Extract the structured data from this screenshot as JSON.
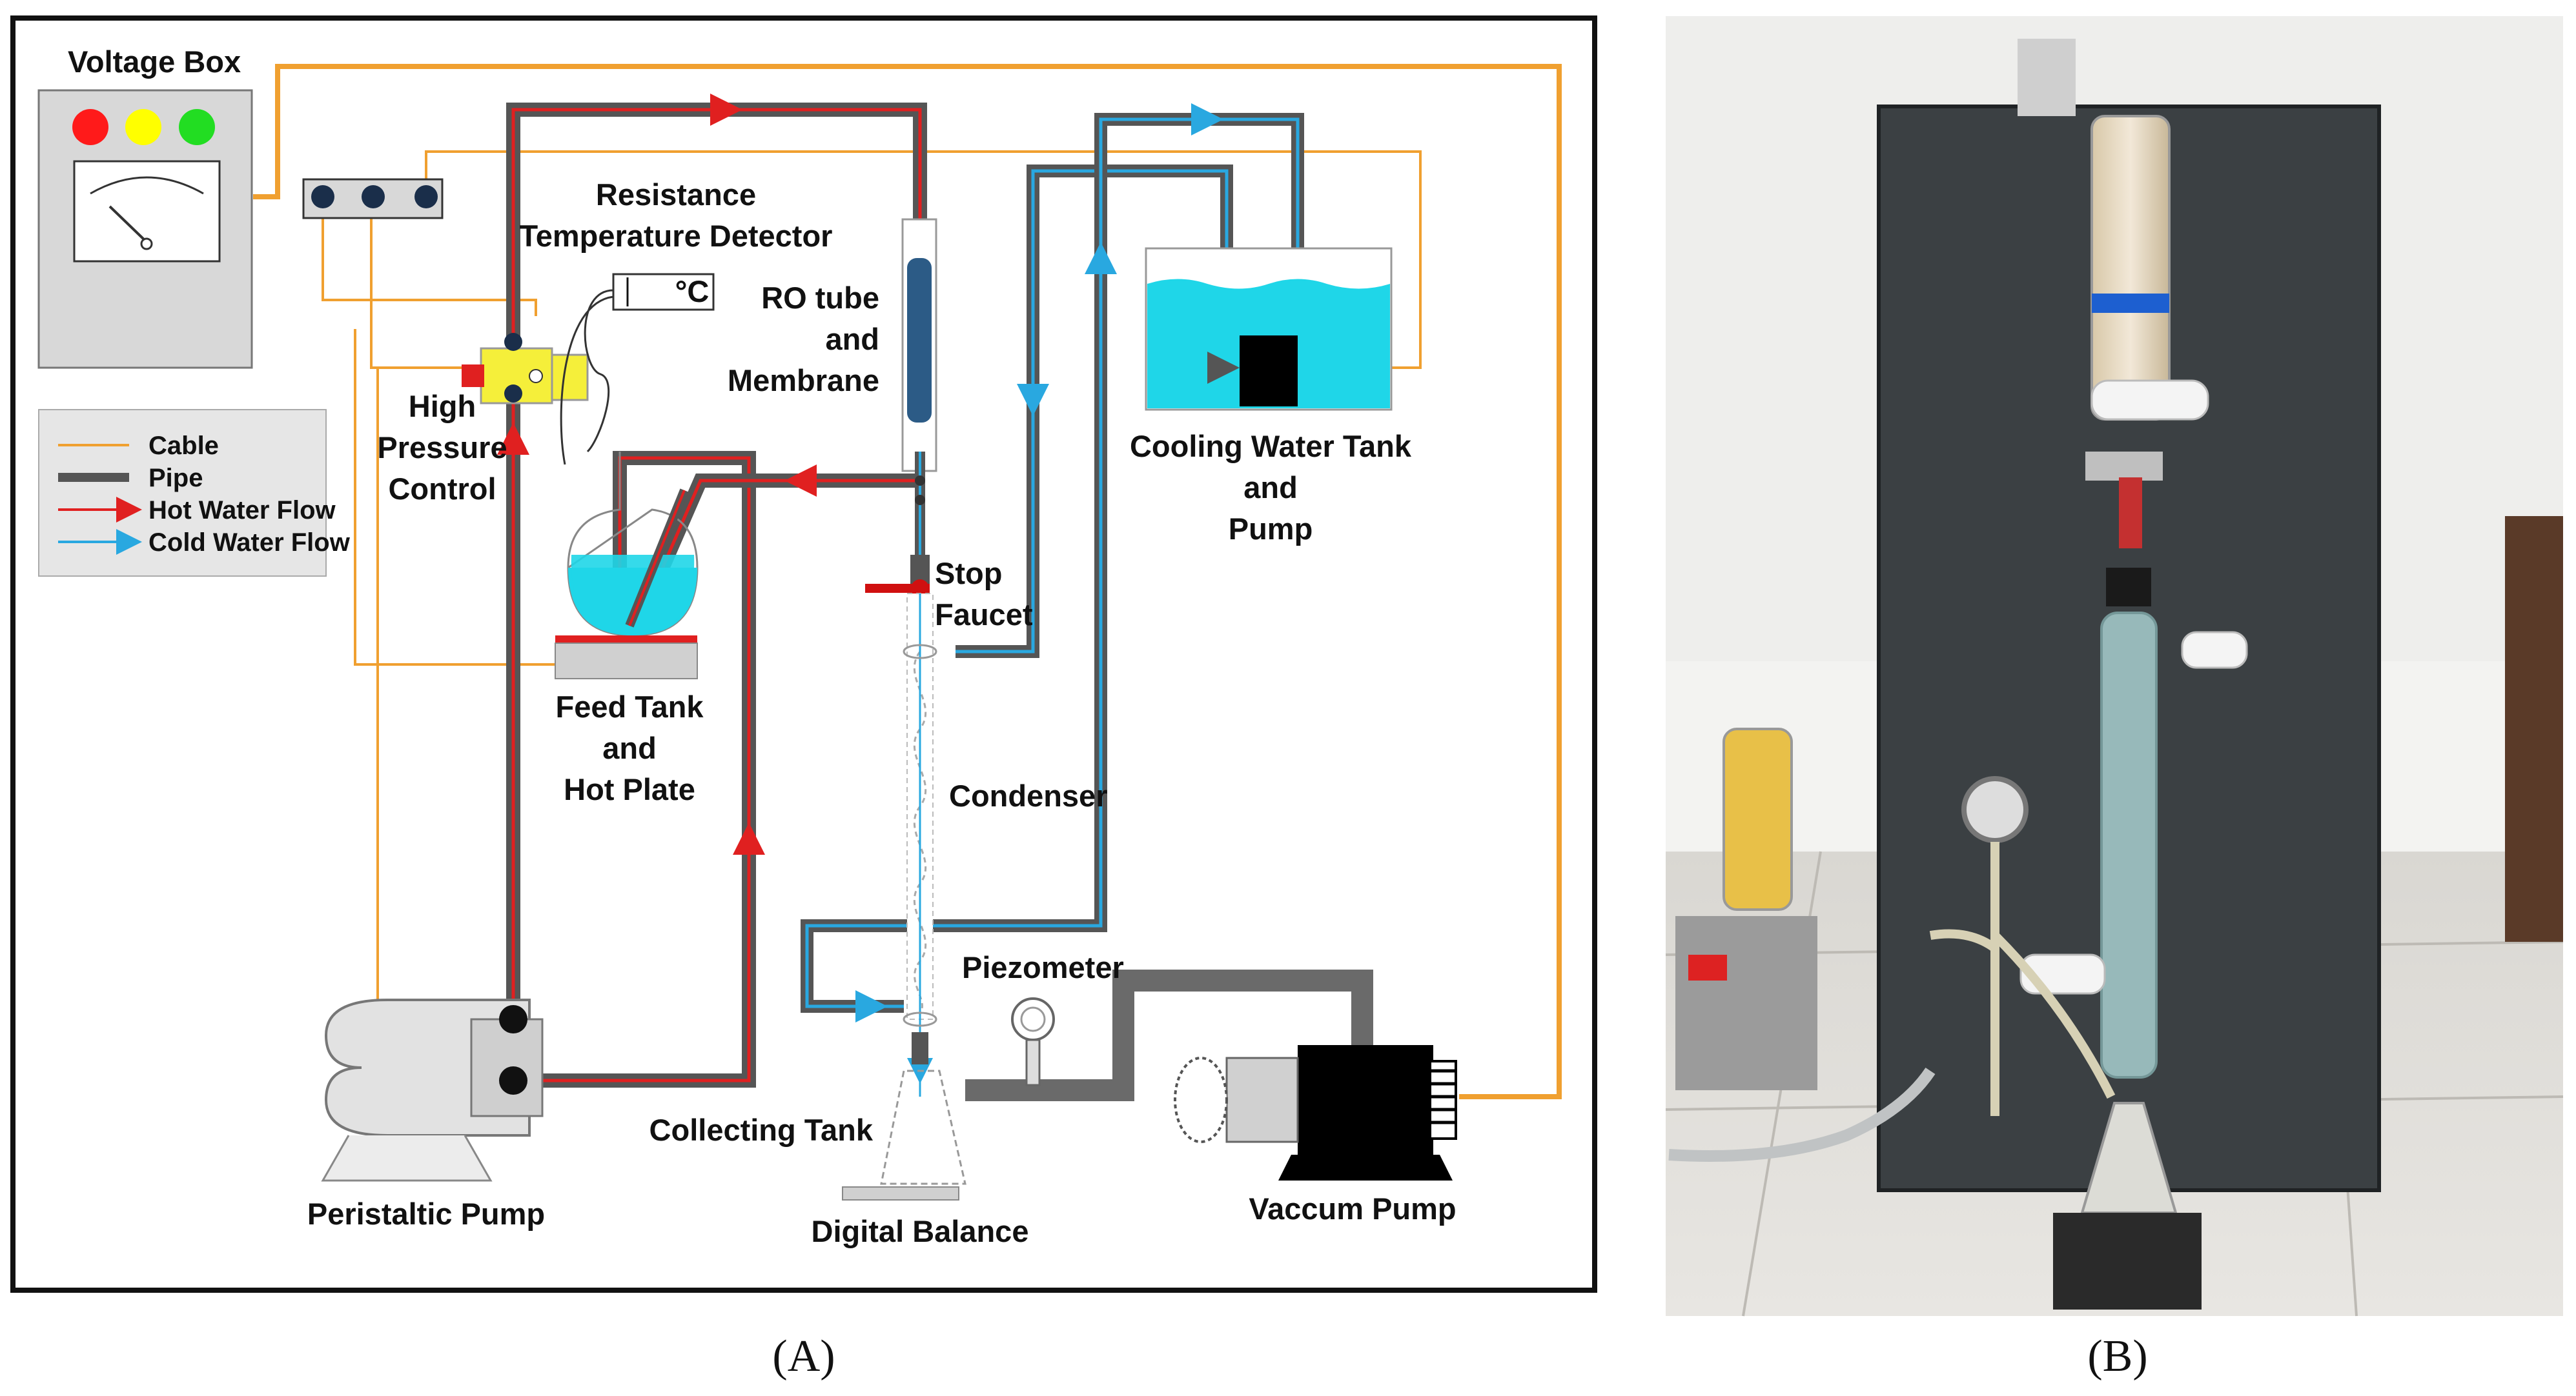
{
  "panel_a": {
    "labels": {
      "voltage_box": "Voltage Box",
      "rtd_line1": "Resistance",
      "rtd_line2": "Temperature Detector",
      "rtd_unit": "°C",
      "ro_line1": "RO tube",
      "ro_line2": "and",
      "ro_line3": "Membrane",
      "hp_line1": "High",
      "hp_line2": "Pressure",
      "hp_line3": "Control",
      "feed_line1": "Feed Tank",
      "feed_line2": "and",
      "feed_line3": "Hot Plate",
      "stop_line1": "Stop",
      "stop_line2": "Faucet",
      "cooling_line1": "Cooling Water Tank",
      "cooling_line2": "and",
      "cooling_line3": "Pump",
      "condenser": "Condenser",
      "piezometer": "Piezometer",
      "collecting_tank": "Collecting Tank",
      "digital_balance": "Digital Balance",
      "vacuum_pump": "Vaccum Pump",
      "peristaltic_pump": "Peristaltic Pump"
    },
    "legend": [
      {
        "label": "Cable",
        "color": "#f0a030",
        "kind": "cable"
      },
      {
        "label": "Pipe",
        "color": "#555555",
        "kind": "pipe"
      },
      {
        "label": "Hot Water Flow",
        "color": "#e02020",
        "kind": "arrow"
      },
      {
        "label": "Cold Water Flow",
        "color": "#29a8e0",
        "kind": "arrow"
      }
    ],
    "indicator_colors": [
      "#ff1a1a",
      "#ffff00",
      "#22dd22"
    ]
  },
  "captions": {
    "a": "(A)",
    "b": "(B)"
  },
  "colors": {
    "cable": "#f0a030",
    "pipe": "#555555",
    "hot": "#e02020",
    "cold": "#29a8e0",
    "water": "#1fd6e8"
  }
}
